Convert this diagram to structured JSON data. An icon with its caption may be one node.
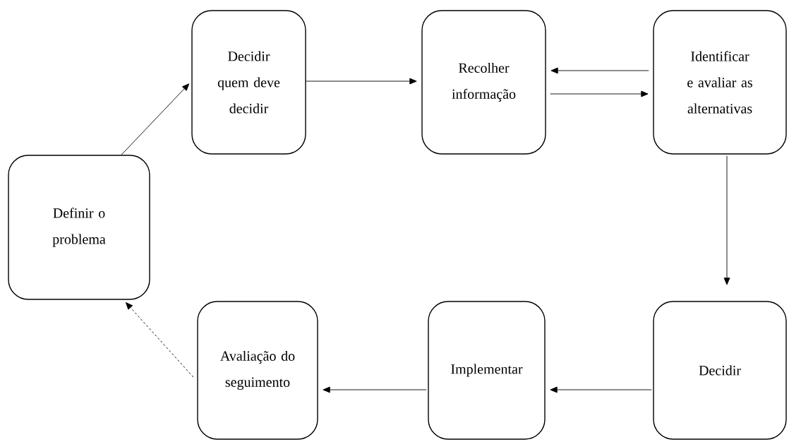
{
  "diagram": {
    "nodes": [
      {
        "text": [
          "Definir o problema"
        ]
      },
      {
        "text": [
          "Decidir quem deve decidir"
        ]
      },
      {
        "text": [
          "Recolher informação"
        ]
      },
      {
        "text": [
          "Identificar e avaliar as alternativas"
        ]
      },
      {
        "text": [
          "Decidir"
        ]
      },
      {
        "text": [
          "Implementar"
        ]
      },
      {
        "text": [
          "Avaliação do seguimento"
        ]
      }
    ],
    "edges": [
      {
        "from": 0,
        "to": 1,
        "arrow": "to"
      },
      {
        "from": 1,
        "to": 2,
        "arrow": "to"
      },
      {
        "from": 3,
        "to": 2,
        "arrow": "to"
      },
      {
        "from": 2,
        "to": 3,
        "arrow": "to"
      },
      {
        "from": 3,
        "to": 4,
        "arrow": "to"
      },
      {
        "from": 4,
        "to": 5,
        "arrow": "to"
      },
      {
        "from": 5,
        "to": 6,
        "arrow": "to"
      },
      {
        "from": 6,
        "to": 0,
        "arrow": "to",
        "style": "dashed"
      }
    ]
  }
}
